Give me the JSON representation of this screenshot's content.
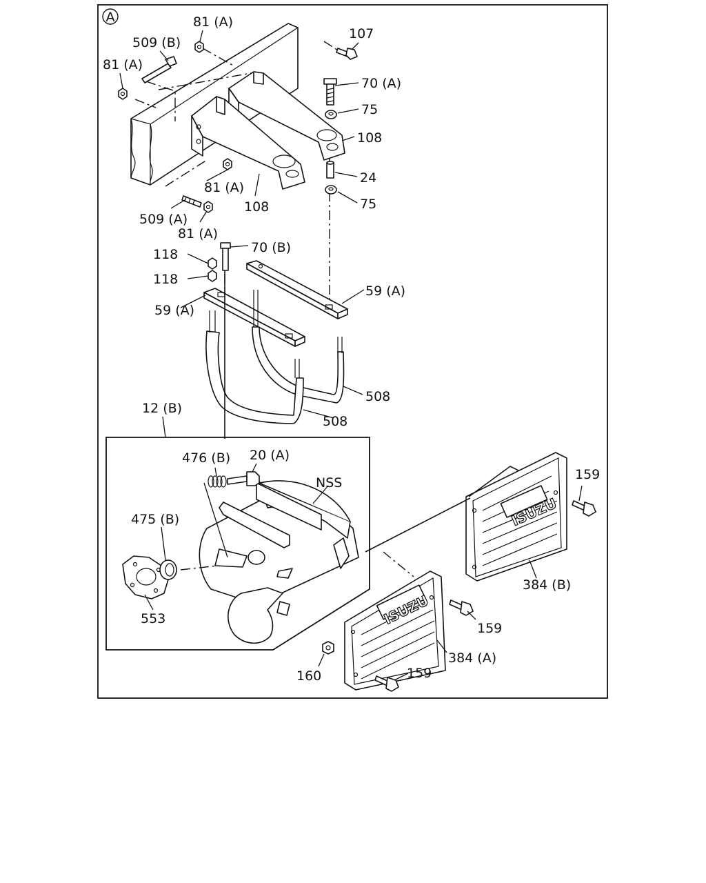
{
  "view_marker": "A",
  "parts": {
    "p81a_top": "81 (A)",
    "p509b": "509 (B)",
    "p81a_left": "81 (A)",
    "p107": "107",
    "p70a": "70 (A)",
    "p75_top": "75",
    "p108_right": "108",
    "p24": "24",
    "p75_bottom": "75",
    "p81a_mid": "81 (A)",
    "p108_mid": "108",
    "p509a": "509 (A)",
    "p81a_low": "81 (A)",
    "p70b": "70 (B)",
    "p118_top": "118",
    "p118_bottom": "118",
    "p59a_right": "59 (A)",
    "p59a_left": "59 (A)",
    "p508_right": "508",
    "p508_bottom": "508",
    "p12b": "12 (B)",
    "p476b": "476 (B)",
    "p20a": "20 (A)",
    "pnss": "NSS",
    "p475b": "475 (B)",
    "p553": "553",
    "p159_right": "159",
    "p384b": "384 (B)",
    "p159_mid": "159",
    "p384a": "384 (A)",
    "p159_bottom": "159",
    "p160": "160"
  },
  "brand_plate_text": "ISUZU"
}
